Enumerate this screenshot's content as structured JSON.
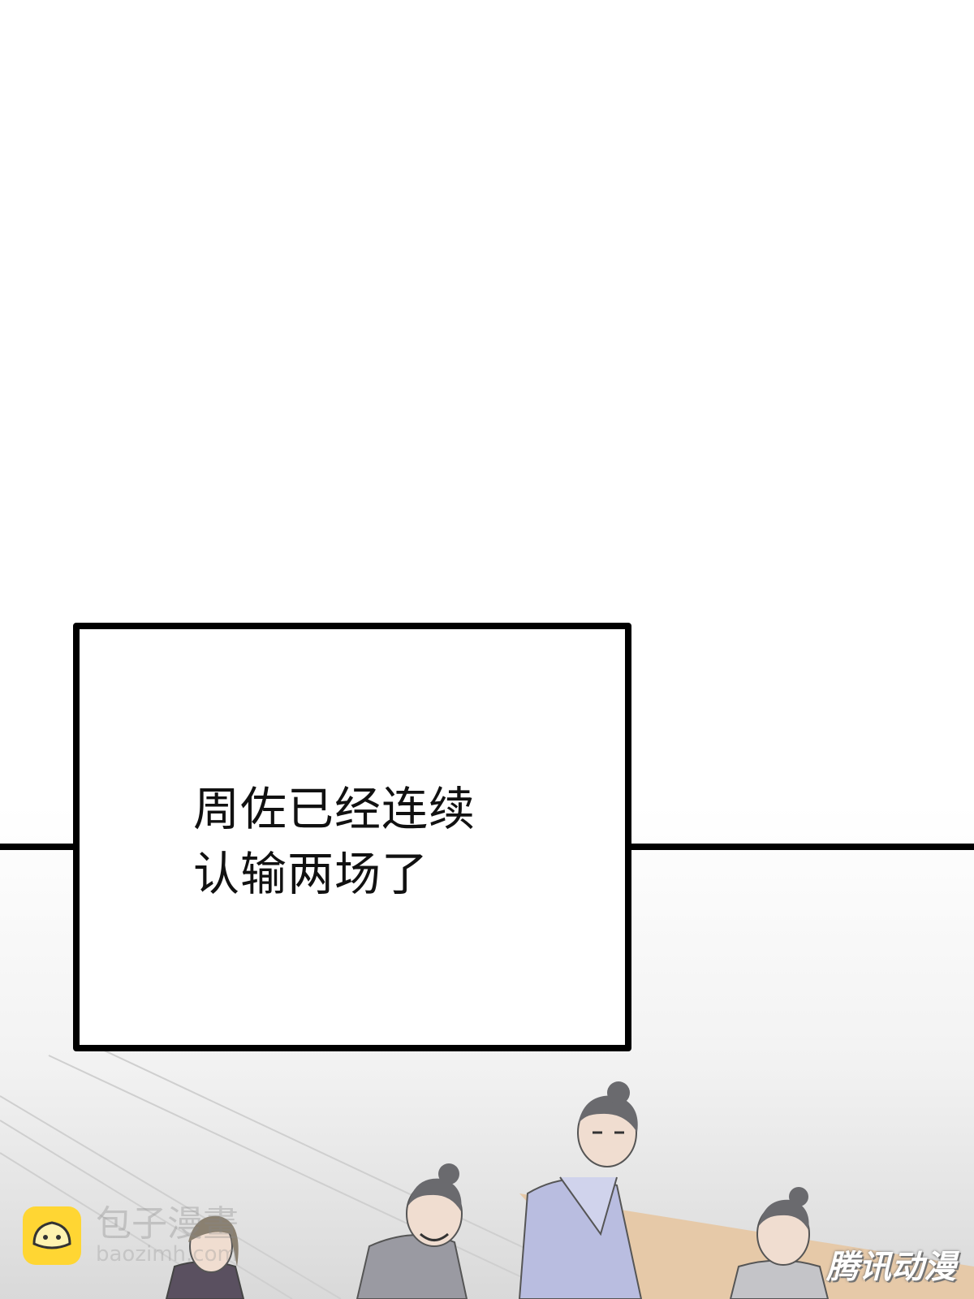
{
  "caption": {
    "lines": [
      "周佐已经连续",
      "认输两场了"
    ]
  },
  "watermarks": {
    "left_title": "包子漫畫",
    "left_url": "baozimh.com",
    "right": "腾讯动漫"
  },
  "colors": {
    "panel_border": "#000000",
    "robe": "#b9bde0",
    "hair": "#6a6a6e",
    "skin": "#f0ddd0",
    "logo_yellow": "#ffd633"
  }
}
